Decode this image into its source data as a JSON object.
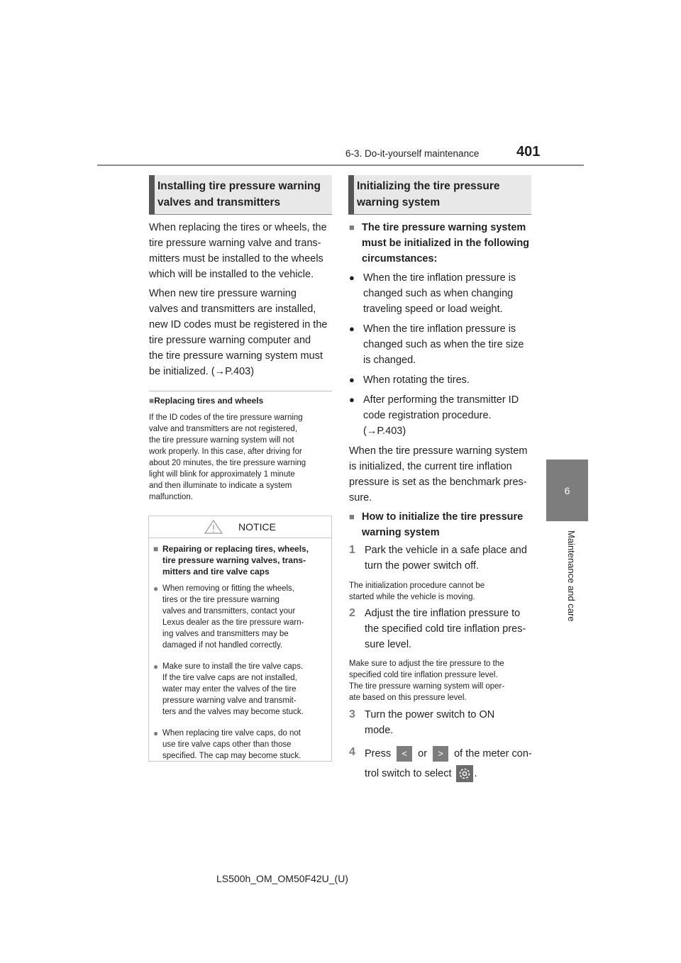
{
  "header": {
    "section": "6-3. Do-it-yourself maintenance",
    "page": "401"
  },
  "tab": {
    "number": "6",
    "label": "Maintenance and care"
  },
  "left": {
    "title_line1": "Installing tire pressure warning",
    "title_line2": "valves and transmitters",
    "p1": [
      "When replacing the tires or wheels, the",
      "tire pressure warning valve and trans-",
      "mitters must be installed to the wheels",
      "which will be installed to the vehicle."
    ],
    "p2": [
      "When new tire pressure warning",
      "valves and transmitters are installed,",
      "new ID codes must be registered in the",
      "tire pressure warning computer and",
      "the tire pressure warning system must",
      "be initialized. (→P.403)"
    ],
    "sub_title": "Replacing tires and wheels",
    "sub_text": [
      "If the ID codes of the tire pressure warning",
      "valve and transmitters are not registered,",
      "the tire pressure warning system will not",
      "work properly. In this case, after driving for",
      "about 20 minutes, the tire pressure warning",
      "light will blink for approximately 1 minute",
      "and then illuminate to indicate a system",
      "malfunction."
    ]
  },
  "notice": {
    "title": "NOTICE",
    "heading": [
      "Repairing or replacing tires, wheels,",
      "tire pressure warning valves, trans-",
      "mitters and tire valve caps"
    ],
    "items": [
      [
        "When removing or fitting the wheels,",
        "tires or the tire pressure warning",
        "valves and transmitters, contact your",
        "Lexus dealer as the tire pressure warn-",
        "ing valves and transmitters may be",
        "damaged if not handled correctly."
      ],
      [
        "Make sure to install the tire valve caps.",
        "If the tire valve caps are not installed,",
        "water may enter the valves of the tire",
        "pressure warning valve and transmit-",
        "ters and the valves may become stuck."
      ],
      [
        "When replacing tire valve caps, do not",
        "use tire valve caps other than those",
        "specified. The cap may become stuck."
      ]
    ]
  },
  "right": {
    "title_line1": "Initializing the tire pressure",
    "title_line2": "warning system",
    "h1": [
      "The tire pressure warning system",
      "must be initialized in the following",
      "circumstances:"
    ],
    "bullets": [
      [
        "When the tire inflation pressure is",
        "changed such as when changing",
        "traveling speed or load weight."
      ],
      [
        "When the tire inflation pressure is",
        "changed such as when the tire size",
        "is changed."
      ],
      [
        "When rotating the tires."
      ],
      [
        "After performing the transmitter ID",
        "code registration procedure.",
        "(→P.403)"
      ]
    ],
    "p1": [
      "When the tire pressure warning system",
      "is initialized, the current tire inflation",
      "pressure is set as the benchmark pres-",
      "sure."
    ],
    "h2": [
      "How to initialize the tire pressure",
      "warning system"
    ],
    "step1": [
      "Park the vehicle in a safe place and",
      "turn the power switch off."
    ],
    "note1": [
      "The initialization procedure cannot be",
      "started while the vehicle is moving."
    ],
    "step2": [
      "Adjust the tire inflation pressure to",
      "the specified cold tire inflation pres-",
      "sure level."
    ],
    "note2": [
      "Make sure to adjust the tire pressure to the",
      "specified cold tire inflation pressure level.",
      "The tire pressure warning system will oper-",
      "ate based on this pressure level."
    ],
    "step3": [
      "Turn the power switch to ON",
      "mode."
    ],
    "step4_a": "Press",
    "step4_or": "or",
    "step4_b": "of the meter con-",
    "step4_c": "trol switch to select",
    "step4_end": ".",
    "key_left": "<",
    "key_right": ">"
  },
  "footer": "LS500h_OM_OM50F42U_(U)"
}
